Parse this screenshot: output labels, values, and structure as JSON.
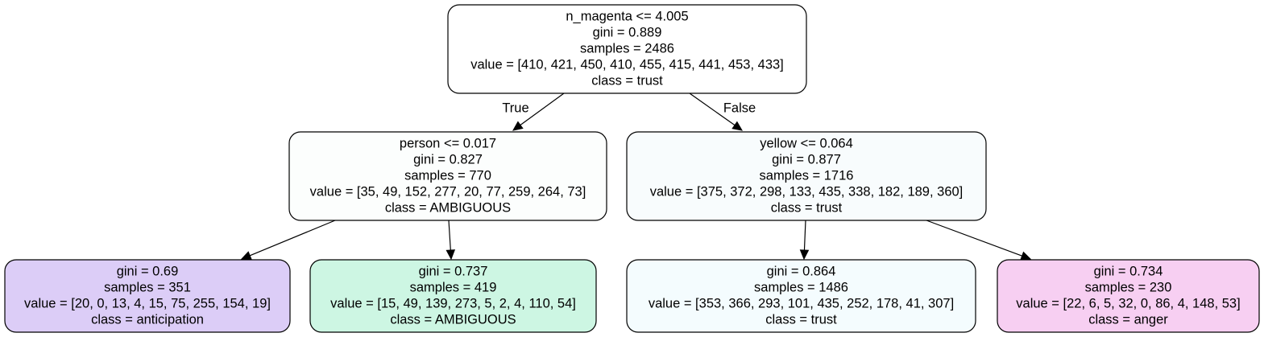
{
  "nodes": [
    {
      "id": "root",
      "lines": [
        "n_magenta <= 4.005",
        "gini = 0.889",
        "samples = 2486",
        "value = [410, 421, 450, 410, 455, 415, 441, 453, 433]",
        "class = trust"
      ],
      "fill": "#ffffff"
    },
    {
      "id": "left",
      "lines": [
        "person <= 0.017",
        "gini = 0.827",
        "samples = 770",
        "value = [35, 49, 152, 277, 20, 77, 259, 264, 73]",
        "class = AMBIGUOUS"
      ],
      "fill": "#fcfefd"
    },
    {
      "id": "right",
      "lines": [
        "yellow <= 0.064",
        "gini = 0.877",
        "samples = 1716",
        "value = [375, 372, 298, 133, 435, 338, 182, 189, 360]",
        "class = trust"
      ],
      "fill": "#f8fcfd"
    },
    {
      "id": "left-left",
      "lines": [
        "gini = 0.69",
        "samples = 351",
        "value = [20, 0, 13, 4, 15, 75, 255, 154, 19]",
        "class = anticipation"
      ],
      "fill": "#dccdf7"
    },
    {
      "id": "left-right",
      "lines": [
        "gini = 0.737",
        "samples = 419",
        "value = [15, 49, 139, 273, 5, 2, 4, 110, 54]",
        "class = AMBIGUOUS"
      ],
      "fill": "#cdf6e3"
    },
    {
      "id": "right-left",
      "lines": [
        "gini = 0.864",
        "samples = 1486",
        "value = [353, 366, 293, 101, 435, 252, 178, 41, 307]",
        "class = trust"
      ],
      "fill": "#f4fcfe"
    },
    {
      "id": "right-right",
      "lines": [
        "gini = 0.734",
        "samples = 230",
        "value = [22, 6, 5, 32, 0, 86, 4, 148, 53]",
        "class = anger"
      ],
      "fill": "#f7cff2"
    }
  ],
  "edges": [
    {
      "from": "root",
      "to": "left",
      "label": "True"
    },
    {
      "from": "root",
      "to": "right",
      "label": "False"
    },
    {
      "from": "left",
      "to": "left-left",
      "label": ""
    },
    {
      "from": "left",
      "to": "left-right",
      "label": ""
    },
    {
      "from": "right",
      "to": "right-left",
      "label": ""
    },
    {
      "from": "right",
      "to": "right-right",
      "label": ""
    }
  ]
}
